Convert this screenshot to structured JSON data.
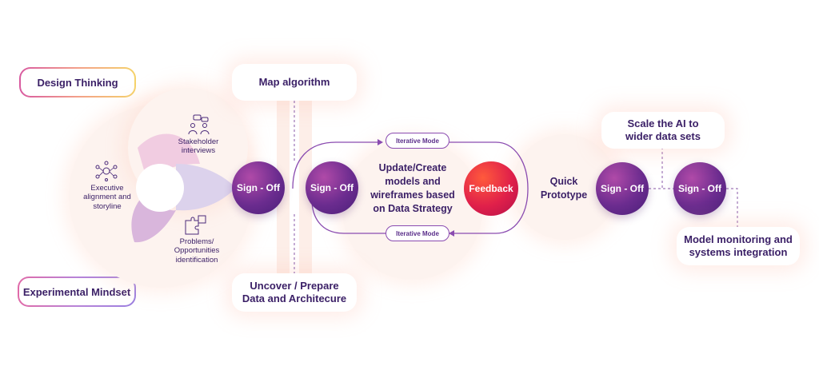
{
  "pills": {
    "design_thinking": "Design Thinking",
    "experimental_mindset": "Experimental Mindset",
    "map_algorithm": "Map algorithm",
    "uncover_prepare_line1": "Uncover / Prepare",
    "uncover_prepare_line2": "Data and Architecure",
    "scale_ai_line1": "Scale the AI to",
    "scale_ai_line2": "wider data sets",
    "model_monitoring_line1": "Model monitoring and",
    "model_monitoring_line2": "systems integration"
  },
  "venn": {
    "stakeholder_line1": "Stakeholder",
    "stakeholder_line2": "interviews",
    "executive_line1": "Executive",
    "executive_line2": "alignment and",
    "executive_line3": "storyline",
    "problems_line1": "Problems/",
    "problems_line2": "Opportunities",
    "problems_line3": "identification"
  },
  "nodes": {
    "signoff_1": "Sign - Off",
    "signoff_2": "Sign - Off",
    "signoff_3": "Sign - Off",
    "signoff_4": "Sign - Off",
    "feedback": "Feedback"
  },
  "loop": {
    "iterative_top": "Iterative Mode",
    "iterative_bottom": "Iterative Mode",
    "update_line1": "Update/Create",
    "update_line2": "models and",
    "update_line3": "wireframes based",
    "update_line4": "on Data Strategy"
  },
  "quick_prototype_line1": "Quick",
  "quick_prototype_line2": "Prototype",
  "colors": {
    "dark_purple": "#3a1f66",
    "signoff_purple": "#6b2c8f",
    "feedback_red": "#e0204a",
    "venn_pink": "#f0c8df",
    "venn_lavender": "#dcd2ec"
  }
}
